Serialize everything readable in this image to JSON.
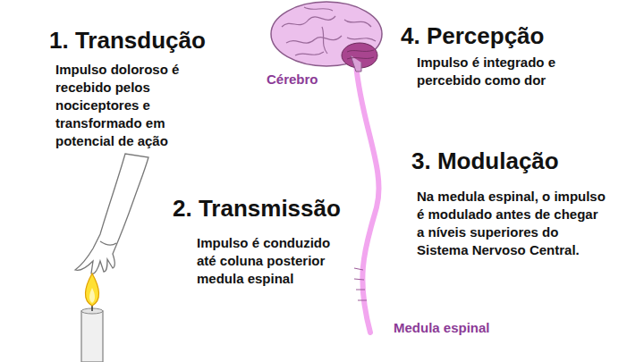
{
  "diagram": {
    "labels": [
      "1. Transdução",
      "Impulso doloroso é recebido pelos nociceptores e transformado em potencial de ação",
      "4. Percepção",
      "Impulso é integrado e percebido como dor",
      "Cérebro",
      "3. Modulação",
      "Na medula espinal, o impulso é modulado antes de chegar a níveis superiores do Sistema Nervoso Central.",
      "2. Transmissão",
      "Impulso é conduzido até coluna posterior medula espinal",
      "Medula espinal"
    ]
  }
}
